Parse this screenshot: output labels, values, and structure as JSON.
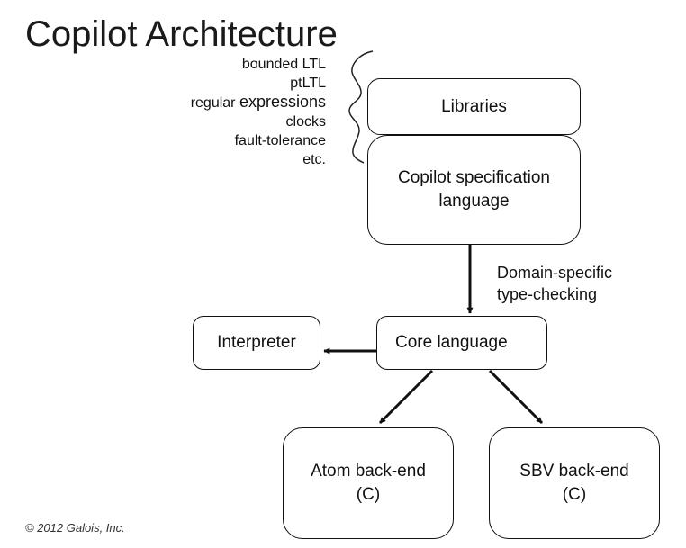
{
  "title": "Copilot Architecture",
  "library_list": [
    "bounded LTL",
    "ptLTL",
    "regular",
    "expressions",
    "clocks",
    "fault-tolerance",
    "etc."
  ],
  "boxes": {
    "libraries": "Libraries",
    "spec_language": "Copilot specification\nlanguage",
    "core_language": "Core language",
    "interpreter": "Interpreter",
    "atom_backend": "Atom back-end\n(C)",
    "sbv_backend": "SBV back-end\n(C)"
  },
  "edge_label": "Domain-specific\ntype-checking",
  "copyright": "© 2012 Galois, Inc."
}
